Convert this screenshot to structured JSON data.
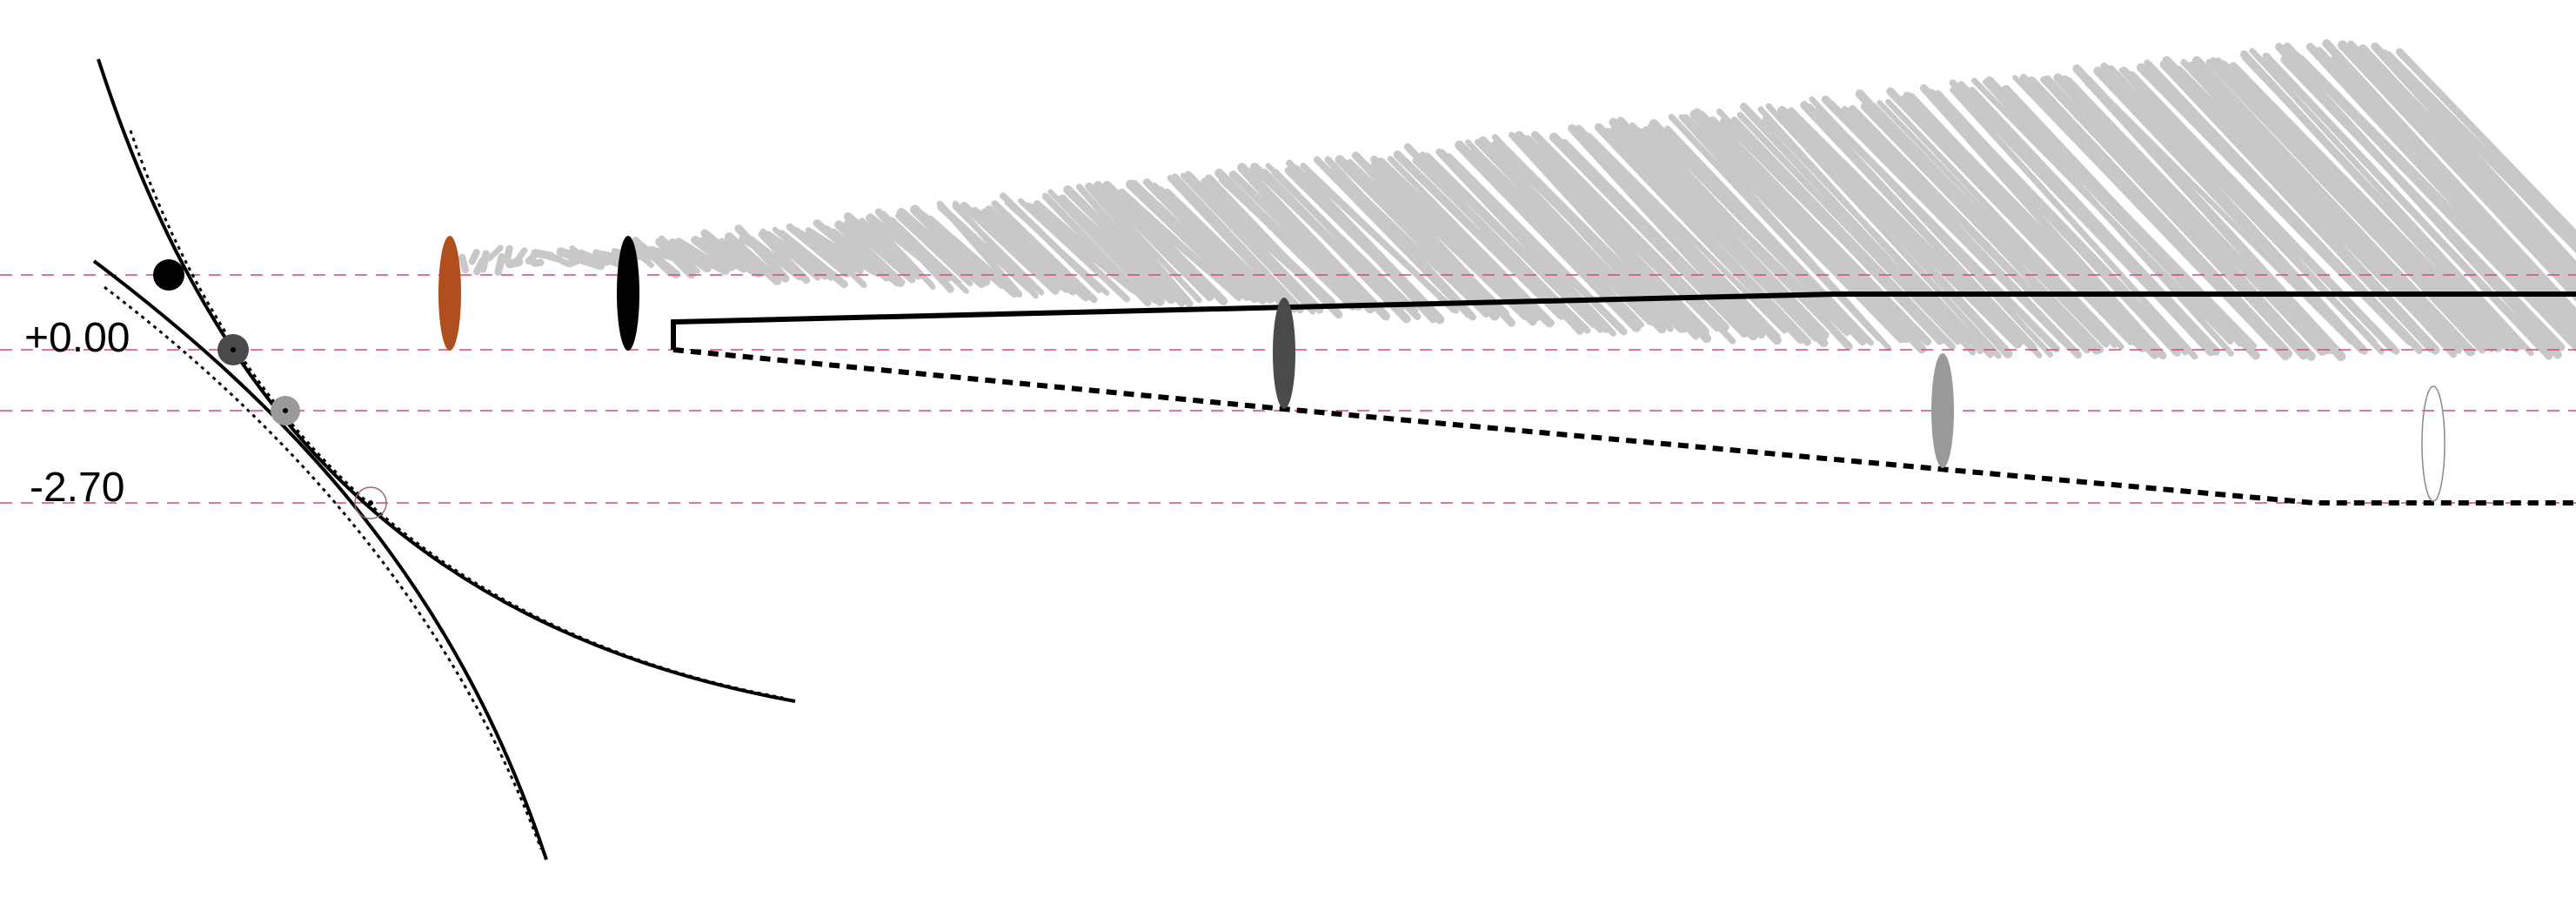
{
  "levels": {
    "upper_label": "+0.00",
    "lower_label": "-2.70"
  },
  "colors": {
    "background": "#ffffff",
    "reference_line": "#e0456a",
    "hatch": "#c8c8c8",
    "line": "#000000",
    "marker_orange": "#b04e1e",
    "marker_black": "#000000",
    "marker_dark_gray": "#4a4a4a",
    "marker_gray": "#9a9a9a",
    "marker_outline": "#8a8a8a"
  },
  "icons": {
    "dot_markers": [
      "filled-dot",
      "dark-gray-dot-with-center",
      "gray-dot-with-center",
      "hollow-circle-with-center"
    ],
    "ellipse_markers": [
      "orange-ellipse",
      "black-ellipse",
      "dark-gray-ellipse",
      "gray-ellipse",
      "hollow-ellipse"
    ]
  }
}
